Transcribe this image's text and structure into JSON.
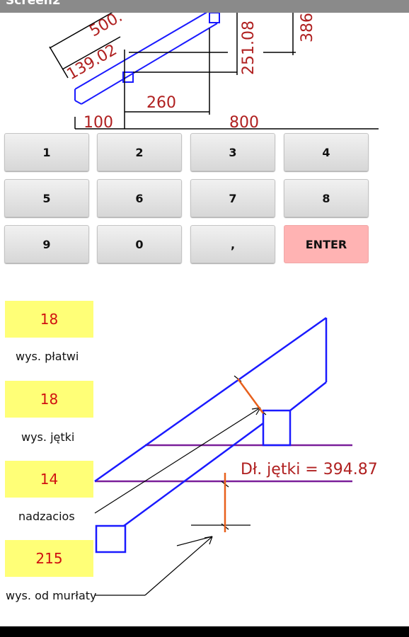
{
  "app": {
    "title": "Screen2"
  },
  "top_drawing": {
    "labels": {
      "rafter_len": "500.",
      "offset": "139.02",
      "rise": "251.08",
      "height_right": "386",
      "span_inner": "260",
      "overhang": "100",
      "span": "800"
    }
  },
  "keypad": {
    "keys": [
      "1",
      "2",
      "3",
      "4",
      "5",
      "6",
      "7",
      "8",
      "9",
      "0",
      ",",
      "ENTER"
    ]
  },
  "fields": [
    {
      "value": "18",
      "label": "wys. płatwi"
    },
    {
      "value": "18",
      "label": "wys. jętki"
    },
    {
      "value": "14",
      "label": "nadzacios"
    },
    {
      "value": "215",
      "label": "wys. od murłaty"
    }
  ],
  "result": {
    "text": "Dł. jętki = 394.87"
  },
  "colors": {
    "structure": "#1a1aff",
    "dimension_text": "#b02020",
    "collar_line": "#7a1f9a",
    "marker": "#e8601c",
    "field_bg": "#ffff77",
    "enter_bg": "#ffb3b3"
  }
}
